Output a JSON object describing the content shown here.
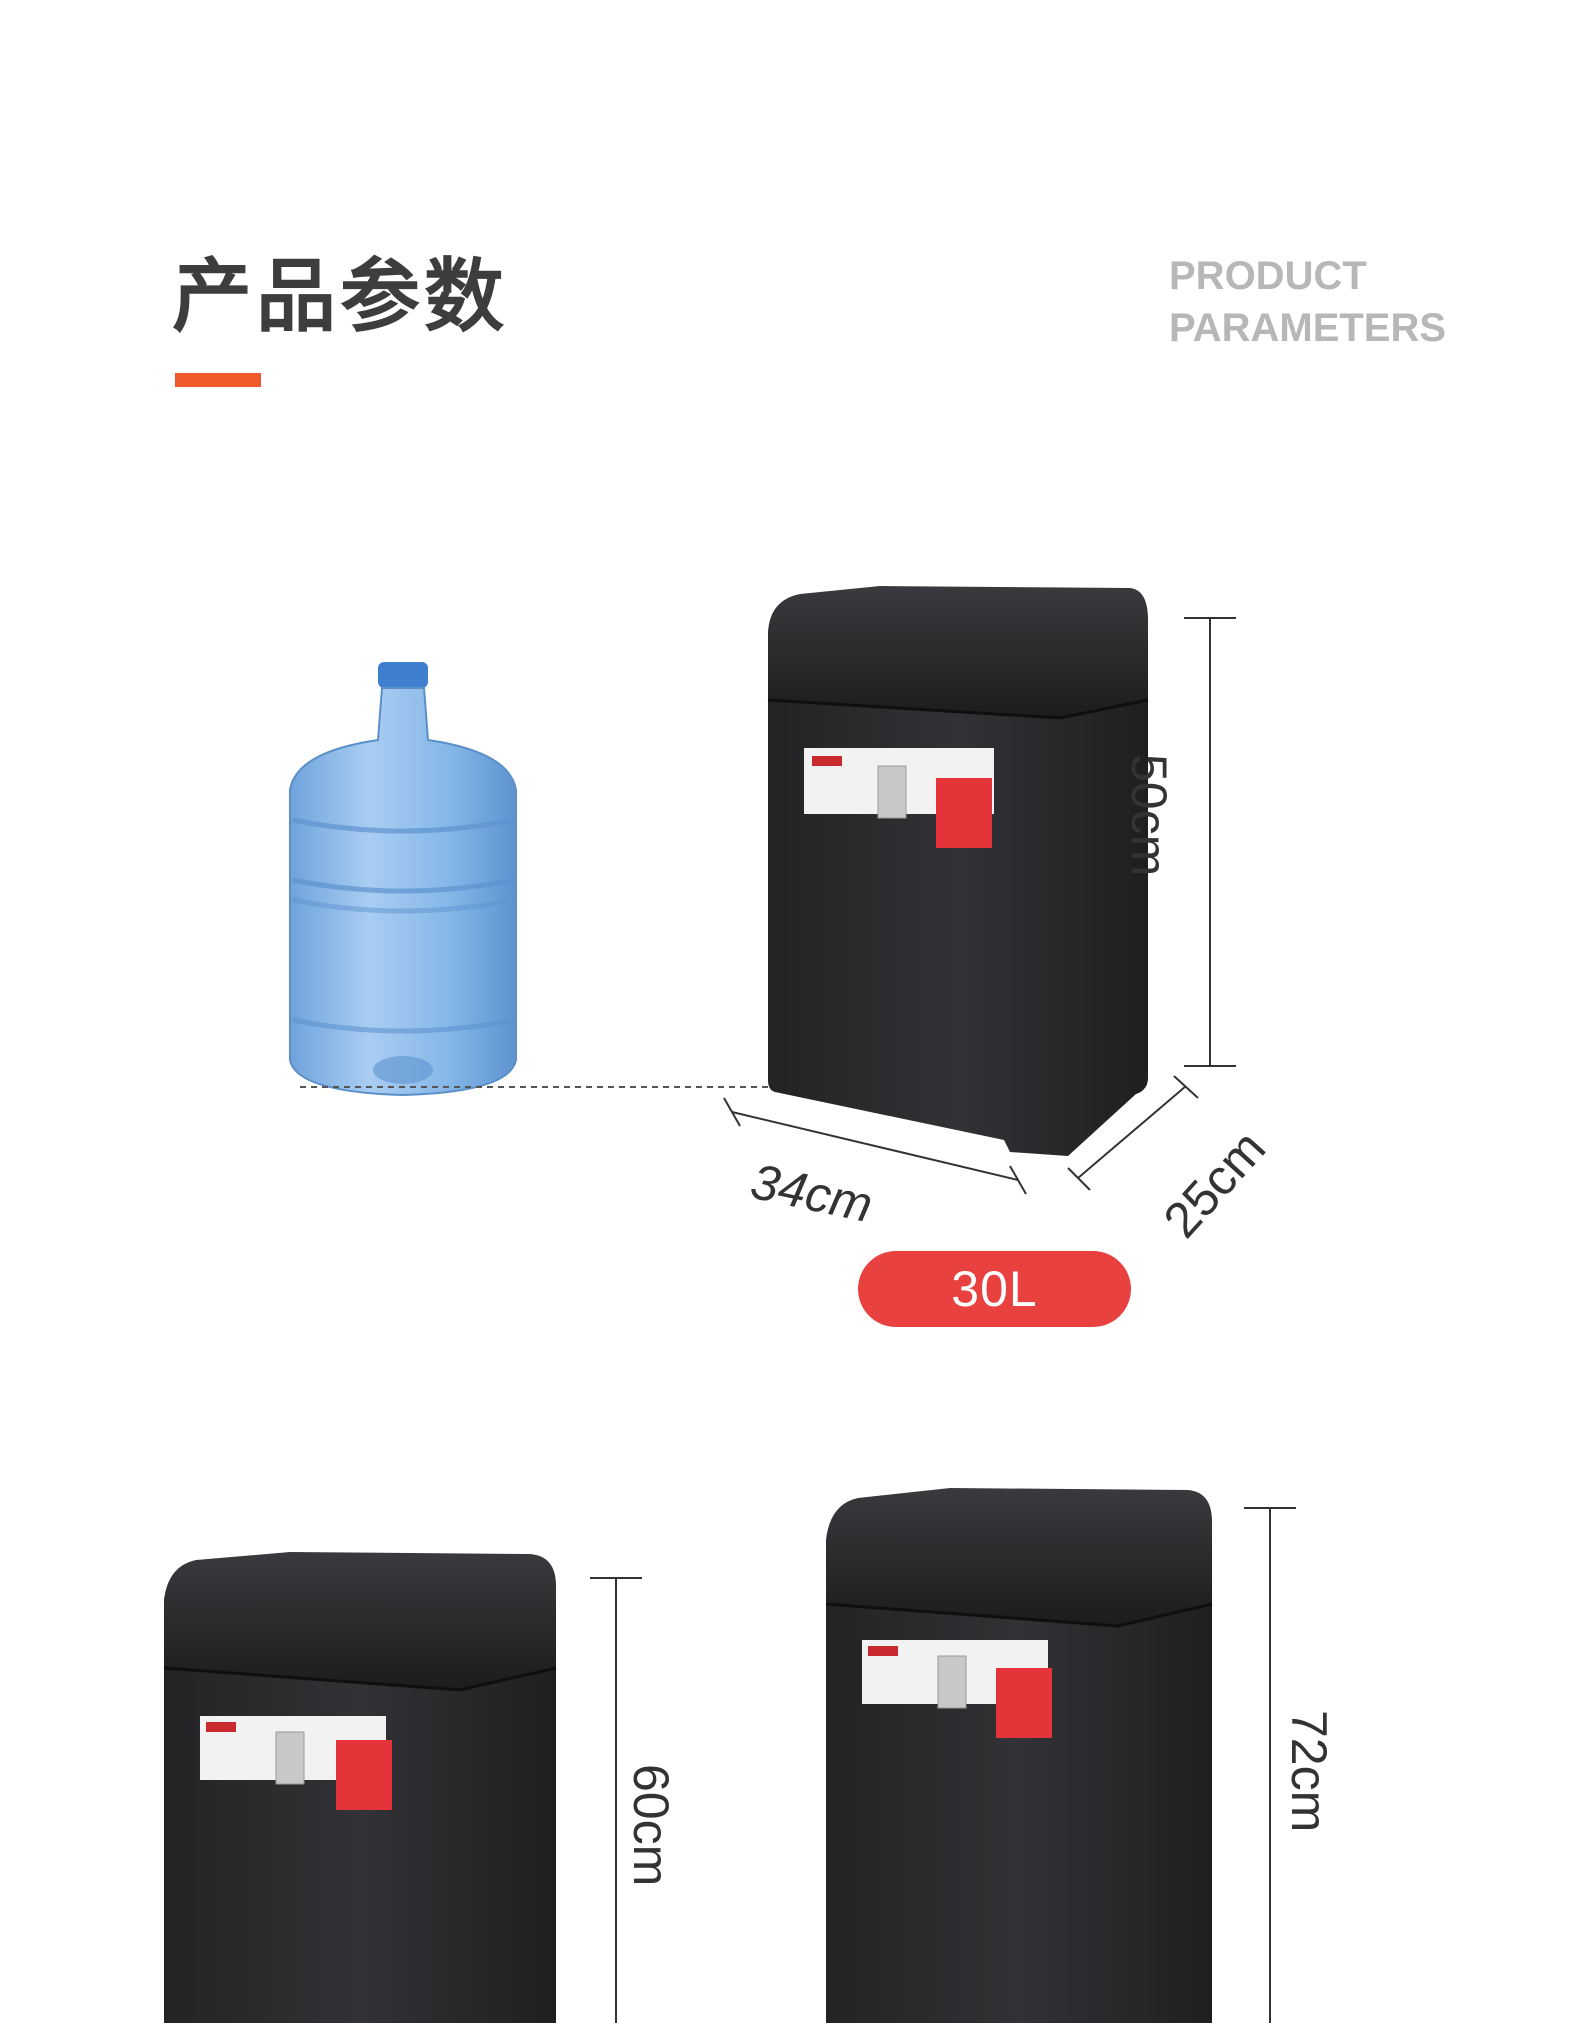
{
  "header": {
    "title_cn": "产品参数",
    "title_en_line1": "PRODUCT",
    "title_en_line2": "PARAMETERS"
  },
  "colors": {
    "accent_bar": "#ee5a2c",
    "badge": "#e8413f",
    "bin_body": "#2b2b2d",
    "water_bottle": "#7fb2e6"
  },
  "product_30l": {
    "height": "50cm",
    "width": "34cm",
    "depth": "25cm",
    "capacity": "30L"
  },
  "product_medium": {
    "height": "60cm"
  },
  "product_large": {
    "height": "72cm"
  }
}
